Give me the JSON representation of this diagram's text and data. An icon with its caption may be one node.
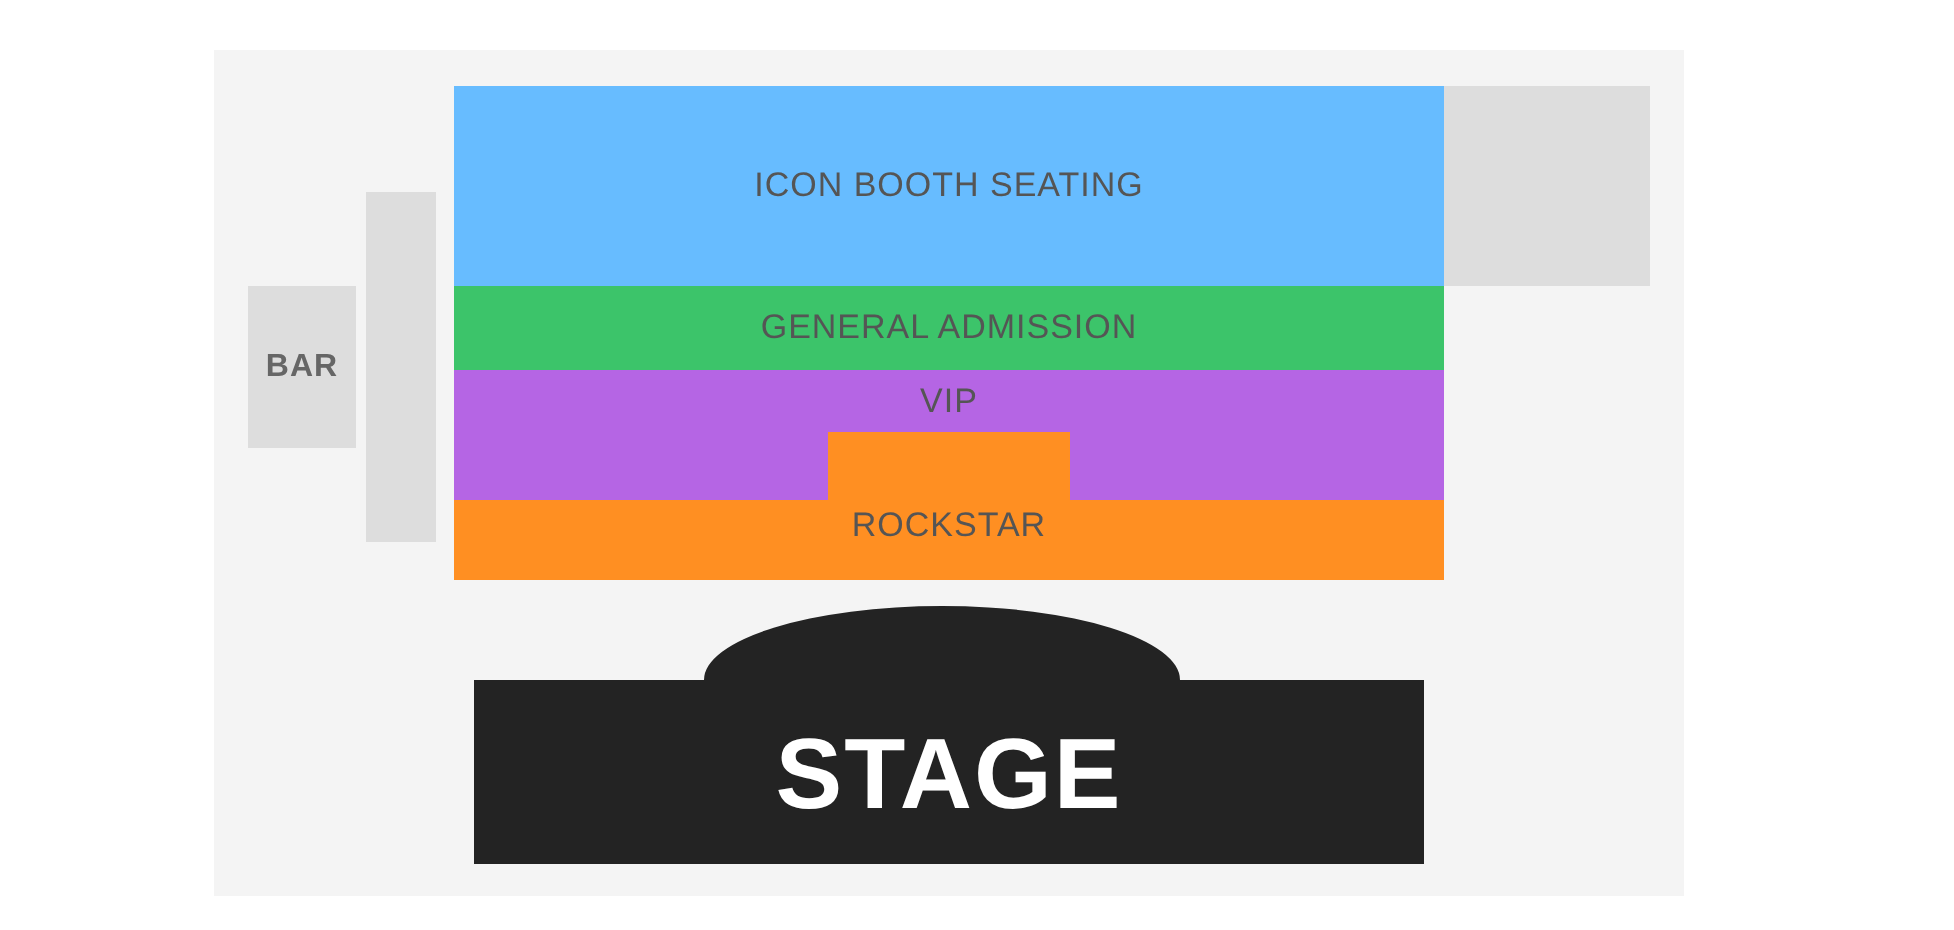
{
  "diagram": {
    "nodes": [
      {
        "text": [
          "ICON BOOTH SEATING"
        ]
      },
      {
        "text": [],
        "shape": "box"
      },
      {
        "text": [
          "GENERAL ADMISSION"
        ]
      },
      {
        "text": [
          "BAR"
        ]
      },
      {
        "text": [],
        "shape": "box"
      },
      {
        "text": [
          "VIP"
        ]
      },
      {
        "text": [
          "ROCKSTAR"
        ]
      },
      {
        "text": [
          "STAGE"
        ]
      }
    ]
  }
}
